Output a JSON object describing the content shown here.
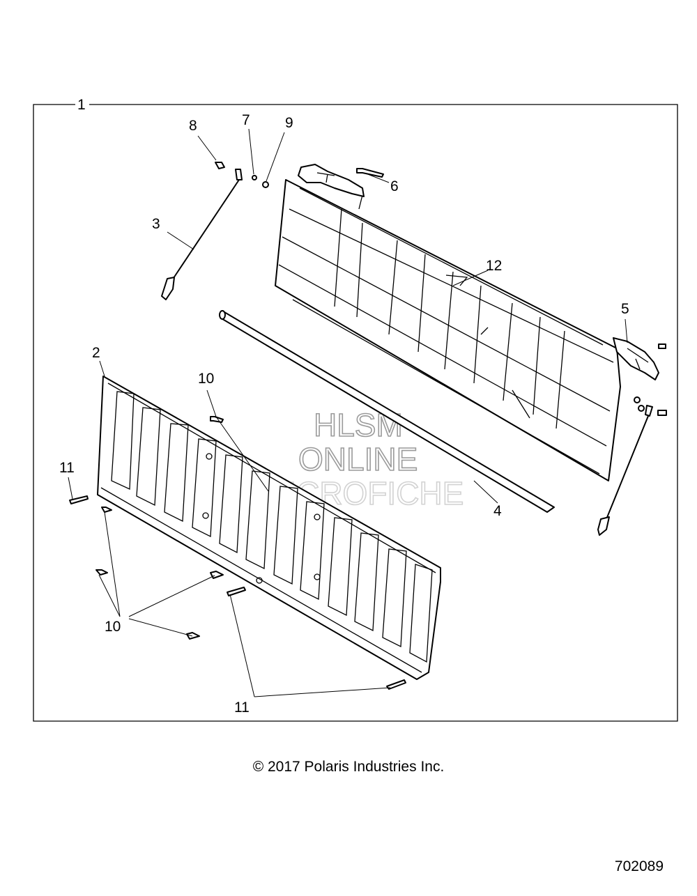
{
  "callouts": {
    "c1": "1",
    "c2": "2",
    "c3": "3",
    "c4": "4",
    "c5": "5",
    "c6": "6",
    "c7": "7",
    "c8": "8",
    "c9": "9",
    "c10a": "10",
    "c10b": "10",
    "c11a": "11",
    "c11b": "11",
    "c12": "12"
  },
  "watermark": {
    "line1": "HLSM",
    "line2": "ONLINE",
    "line3": "MICROFICHE"
  },
  "footer": {
    "copyright": "© 2017 Polaris Industries Inc.",
    "drawing_number": "702089"
  }
}
